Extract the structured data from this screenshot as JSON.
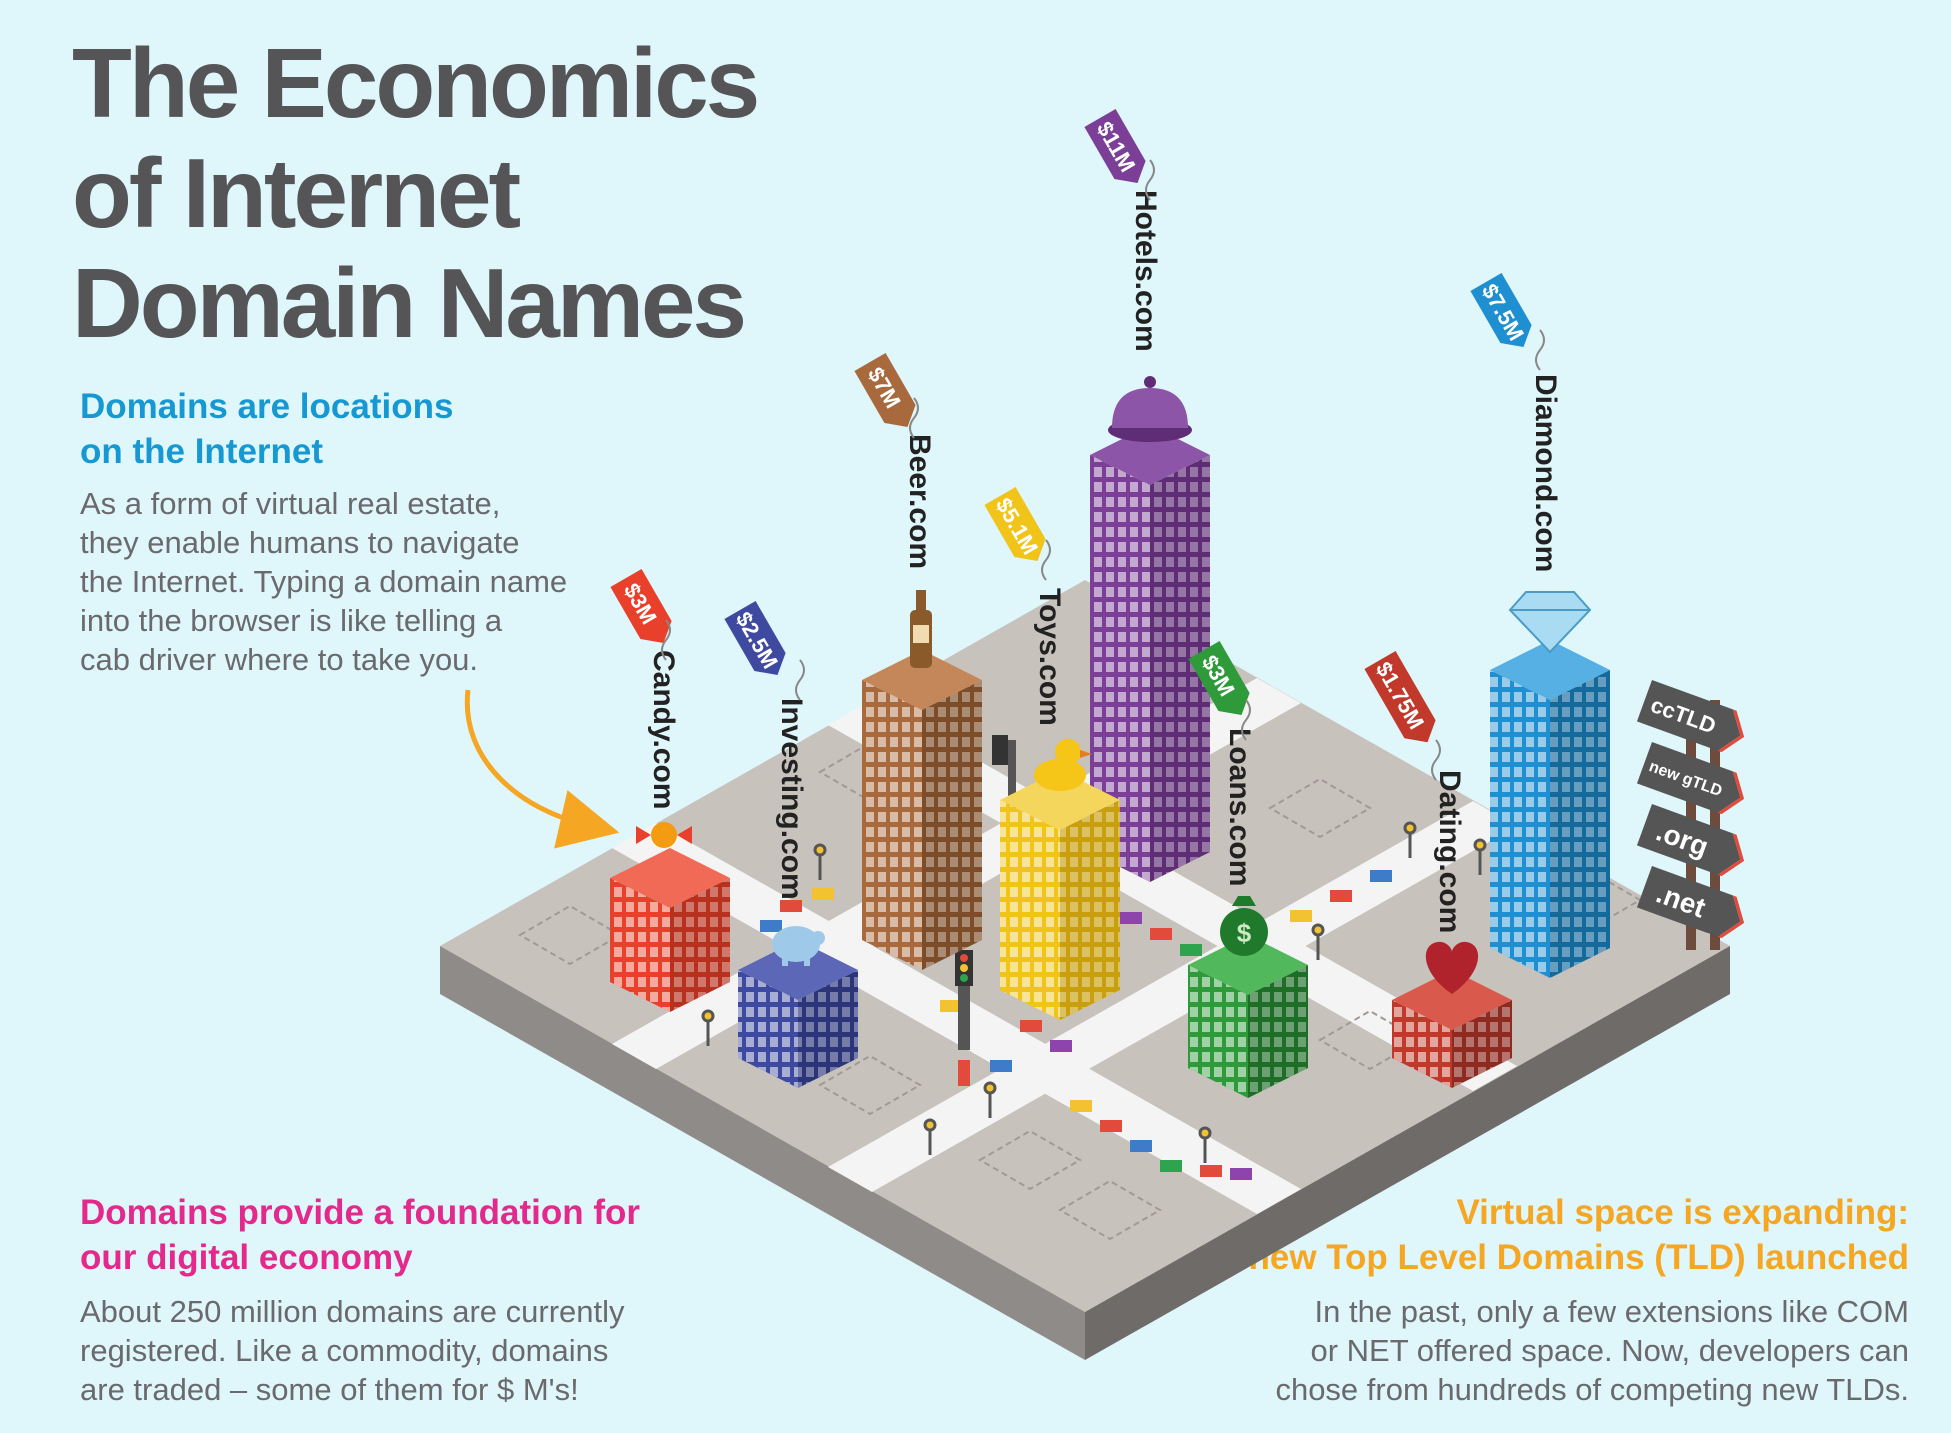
{
  "title": {
    "line1": "The Economics",
    "line2": "of Internet",
    "line3": "Domain Names"
  },
  "sections": [
    {
      "heading": [
        "Domains are locations",
        "on the Internet"
      ],
      "color": "#1698d3",
      "body": [
        "As a form of virtual real estate,",
        "they enable humans to navigate",
        "the Internet. Typing a domain name",
        "into the browser is like telling a",
        "cab driver where to take you."
      ]
    },
    {
      "heading": [
        "Domains provide a foundation for",
        "our digital economy"
      ],
      "color": "#e3298c",
      "body": [
        "About 250 million domains are currently",
        "registered. Like a commodity, domains",
        "are traded – some of them for $ M's!"
      ]
    },
    {
      "heading": [
        "Virtual space is expanding:",
        "new  Top Level Domains (TLD) launched"
      ],
      "color": "#f5a623",
      "body": [
        "In the past, only a few extensions like COM",
        "or NET offered space. Now, developers can",
        "chose from hundreds of competing new TLDs."
      ]
    }
  ],
  "buildings": [
    {
      "id": "candy",
      "domain": "Candy.com",
      "price": "$3M",
      "color": "#e8402a",
      "icon": "candy-icon"
    },
    {
      "id": "investing",
      "domain": "Investing.com",
      "price": "$2.5M",
      "color": "#3e4aa0",
      "icon": "piggy-bank-icon"
    },
    {
      "id": "beer",
      "domain": "Beer.com",
      "price": "$7M",
      "color": "#a86a3c",
      "icon": "beer-bottle-icon"
    },
    {
      "id": "toys",
      "domain": "Toys.com",
      "price": "$5.1M",
      "color": "#f0c419",
      "icon": "rubber-duck-icon"
    },
    {
      "id": "hotels",
      "domain": "Hotels.com",
      "price": "$11M",
      "color": "#7b3f97",
      "icon": "service-bell-icon"
    },
    {
      "id": "loans",
      "domain": "Loans.com",
      "price": "$3M",
      "color": "#2e9a3a",
      "icon": "money-bag-icon"
    },
    {
      "id": "dating",
      "domain": "Dating.com",
      "price": "$1.75M",
      "color": "#c0392b",
      "icon": "heart-icon"
    },
    {
      "id": "diamond",
      "domain": "Diamond.com",
      "price": "$7.5M",
      "color": "#1e8fd0",
      "icon": "diamond-icon"
    }
  ],
  "tld_signs": [
    "ccTLD",
    "new gTLD",
    ".org",
    ".net"
  ],
  "colors": {
    "background": "#dff6fb",
    "title": "#555558",
    "body": "#6a6a6e",
    "arrow": "#f5a623"
  }
}
